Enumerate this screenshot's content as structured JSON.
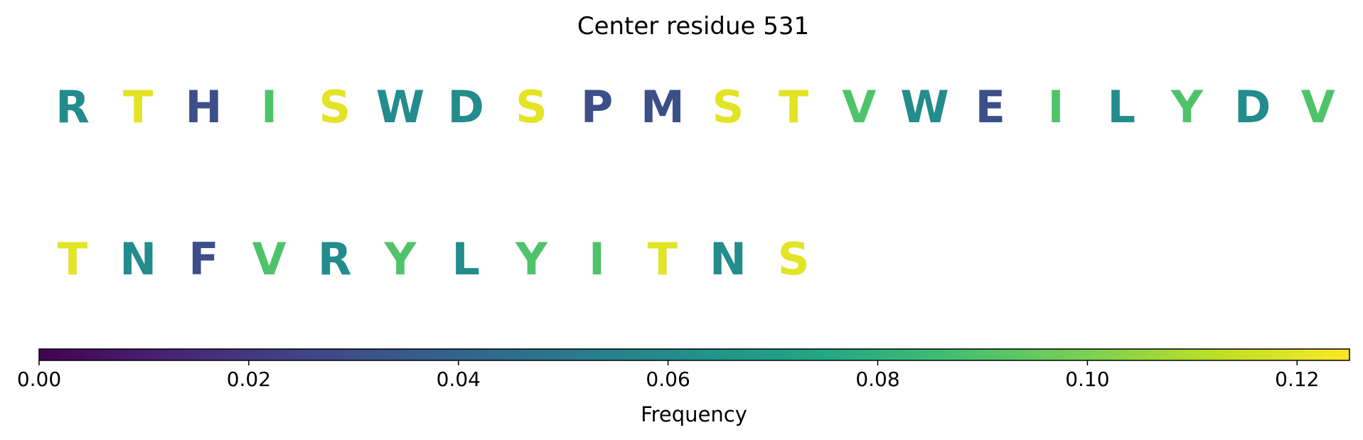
{
  "chart_data": {
    "type": "table",
    "title": "Center residue 531",
    "residues": [
      {
        "letter": "R",
        "frequency": 0.06
      },
      {
        "letter": "T",
        "frequency": 0.12
      },
      {
        "letter": "H",
        "frequency": 0.03
      },
      {
        "letter": "I",
        "frequency": 0.09
      },
      {
        "letter": "S",
        "frequency": 0.12
      },
      {
        "letter": "W",
        "frequency": 0.06
      },
      {
        "letter": "D",
        "frequency": 0.06
      },
      {
        "letter": "S",
        "frequency": 0.12
      },
      {
        "letter": "P",
        "frequency": 0.03
      },
      {
        "letter": "M",
        "frequency": 0.03
      },
      {
        "letter": "S",
        "frequency": 0.12
      },
      {
        "letter": "T",
        "frequency": 0.12
      },
      {
        "letter": "V",
        "frequency": 0.09
      },
      {
        "letter": "W",
        "frequency": 0.06
      },
      {
        "letter": "E",
        "frequency": 0.03
      },
      {
        "letter": "I",
        "frequency": 0.09
      },
      {
        "letter": "L",
        "frequency": 0.06
      },
      {
        "letter": "Y",
        "frequency": 0.09
      },
      {
        "letter": "D",
        "frequency": 0.06
      },
      {
        "letter": "V",
        "frequency": 0.09
      },
      {
        "letter": "T",
        "frequency": 0.12
      },
      {
        "letter": "N",
        "frequency": 0.06
      },
      {
        "letter": "F",
        "frequency": 0.03
      },
      {
        "letter": "V",
        "frequency": 0.09
      },
      {
        "letter": "R",
        "frequency": 0.06
      },
      {
        "letter": "Y",
        "frequency": 0.09
      },
      {
        "letter": "L",
        "frequency": 0.06
      },
      {
        "letter": "Y",
        "frequency": 0.09
      },
      {
        "letter": "I",
        "frequency": 0.09
      },
      {
        "letter": "T",
        "frequency": 0.12
      },
      {
        "letter": "N",
        "frequency": 0.06
      },
      {
        "letter": "S",
        "frequency": 0.12
      }
    ],
    "letters_per_row": 20,
    "colorbar": {
      "label": "Frequency",
      "colormap": "viridis",
      "range": [
        0.0,
        0.125
      ],
      "ticks": [
        0.0,
        0.02,
        0.04,
        0.06,
        0.08,
        0.1,
        0.12
      ],
      "tick_labels": [
        "0.00",
        "0.02",
        "0.04",
        "0.06",
        "0.08",
        "0.10",
        "0.12"
      ]
    },
    "grid": false
  }
}
